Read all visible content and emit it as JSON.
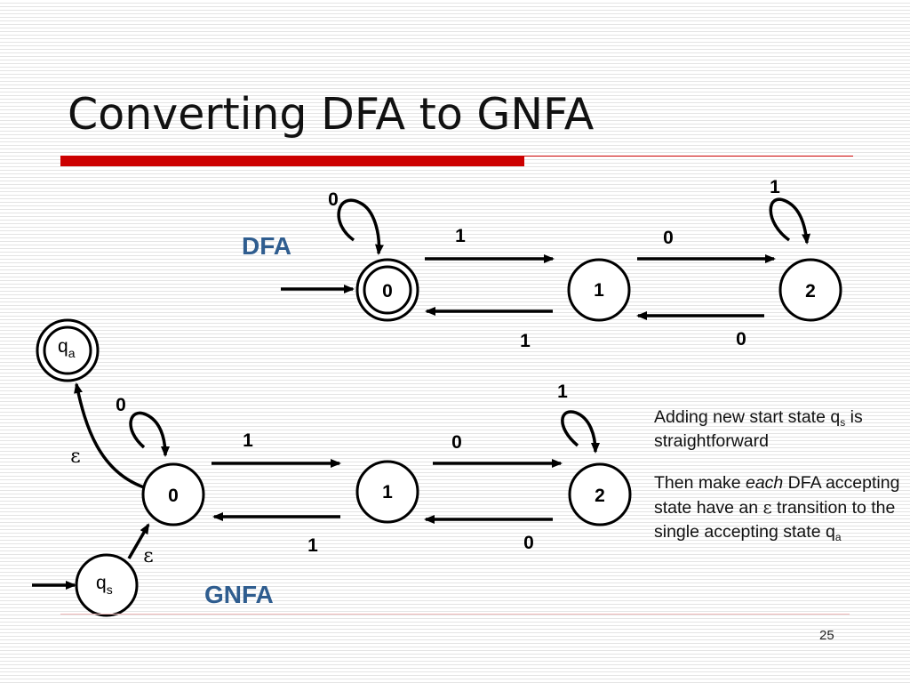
{
  "slide": {
    "title": "Converting DFA to GNFA",
    "page_number": "25"
  },
  "dfa": {
    "label": "DFA",
    "states": [
      "0",
      "1",
      "2"
    ],
    "transitions": {
      "self_0": "0",
      "from0_to1": "1",
      "from1_to0": "1",
      "from1_to2": "0",
      "from2_to1": "0",
      "self_2": "1"
    }
  },
  "gnfa": {
    "label": "GNFA",
    "states": [
      "0",
      "1",
      "2"
    ],
    "start_state": {
      "base": "q",
      "sub": "s"
    },
    "accept_state": {
      "base": "q",
      "sub": "a"
    },
    "epsilon": "ε",
    "transitions": {
      "self_0": "0",
      "from0_to1": "1",
      "from1_to0": "1",
      "from1_to2": "0",
      "from2_to1": "0",
      "self_2": "1"
    }
  },
  "description": {
    "p1_text": "Adding new start state",
    "p1_q": "q",
    "p1_sub": "s",
    "p1_tail": " is straightforward",
    "p2_a": "Then make ",
    "p2_em": "each",
    "p2_b": " DFA accepting state have an ",
    "p2_eps": "ε",
    "p2_c": " transition to the single accepting state ",
    "p2_q": "q",
    "p2_sub": "a"
  }
}
